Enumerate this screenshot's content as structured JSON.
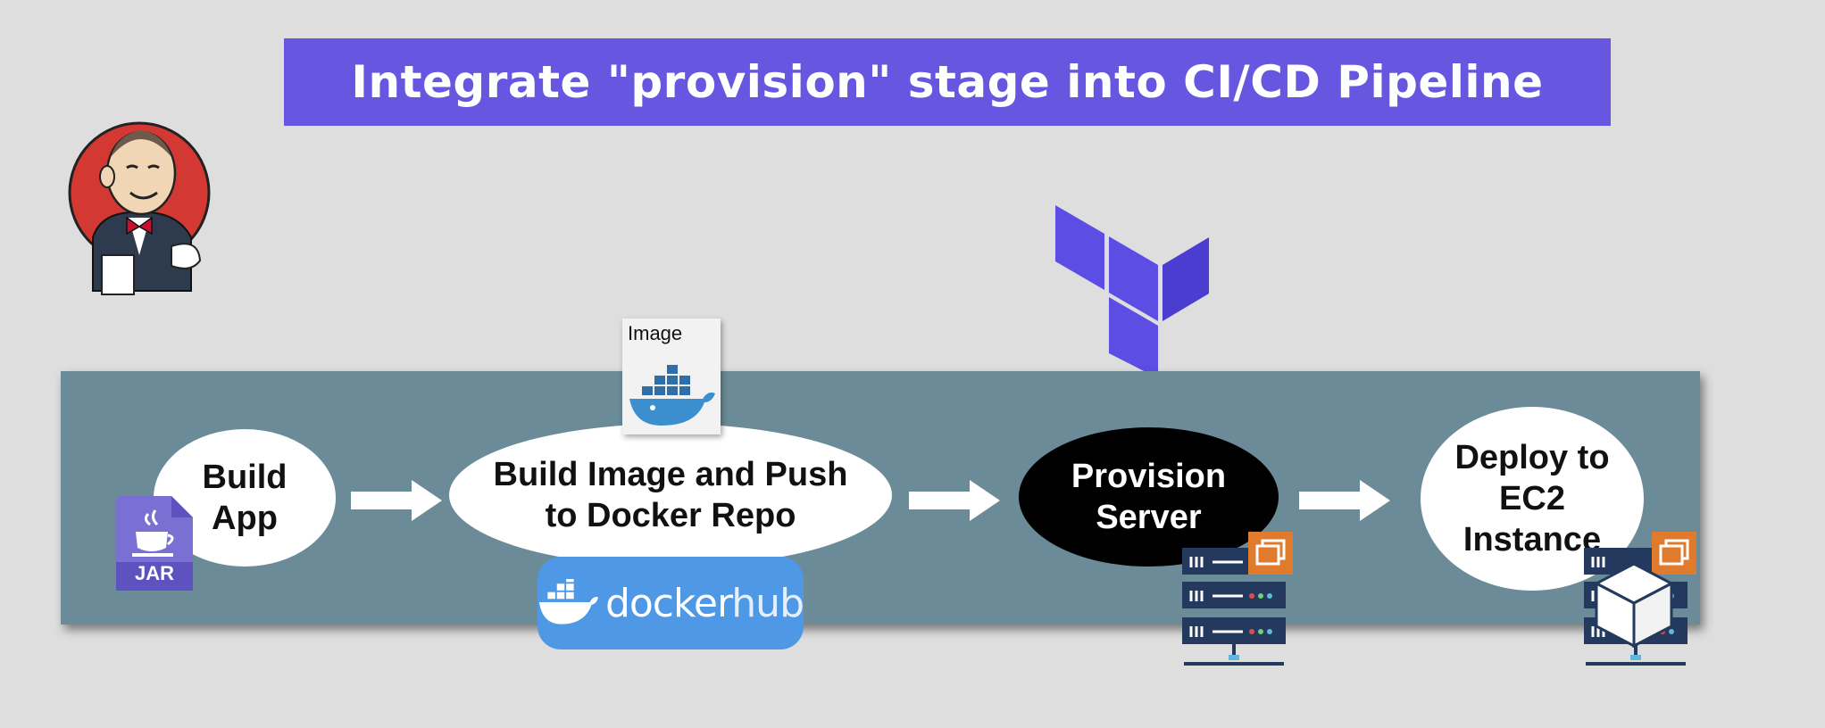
{
  "title": "Integrate \"provision\" stage into CI/CD Pipeline",
  "colors": {
    "background": "#dedede",
    "title_banner": "#6656e0",
    "panel": "#6a8b97",
    "terraform": "#5c4ee5",
    "dockerhub": "#4f98e6",
    "jar": "#7a6fd3",
    "ec2_orange": "#e07b2d",
    "server_navy": "#233a5e"
  },
  "stages": [
    {
      "label": "Build\nApp"
    },
    {
      "label": "Build Image and Push\nto Docker Repo"
    },
    {
      "label": "Provision\nServer"
    },
    {
      "label": "Deploy to\nEC2\nInstance"
    }
  ],
  "image_card": {
    "label": "Image"
  },
  "dockerhub": {
    "brand": "docker",
    "brand_suffix": "hub"
  },
  "jar": {
    "label": "JAR"
  },
  "icons": [
    "jenkins-logo-icon",
    "jar-file-icon",
    "docker-whale-icon",
    "dockerhub-logo-icon",
    "terraform-logo-icon",
    "ec2-server-icon",
    "package-box-icon",
    "arrow-right-icon"
  ]
}
